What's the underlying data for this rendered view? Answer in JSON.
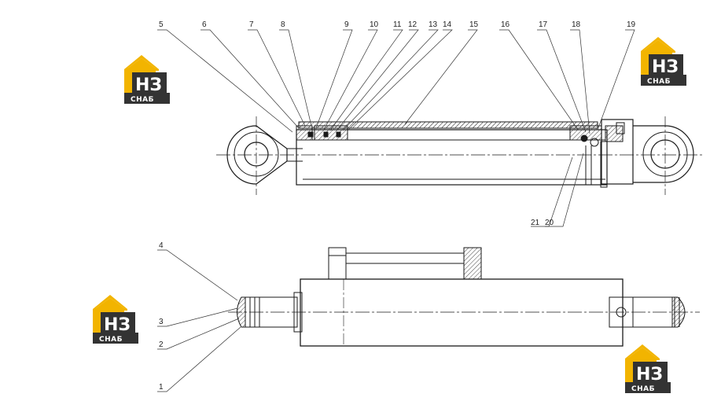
{
  "colors": {
    "line": "#1a1a1a",
    "hatch": "#444444",
    "logo_gold": "#f2b400",
    "logo_dark": "#333333"
  },
  "logo": {
    "letters": "НЗ",
    "caption": "СНАБ",
    "icon": "house-logo-icon"
  },
  "callouts": {
    "top": [
      "5",
      "6",
      "7",
      "8",
      "9",
      "10",
      "11",
      "12",
      "13",
      "14",
      "15",
      "16",
      "17",
      "18",
      "19"
    ],
    "bottom_pair": [
      "21",
      "20"
    ],
    "left": [
      "4",
      "3",
      "2",
      "1"
    ]
  }
}
